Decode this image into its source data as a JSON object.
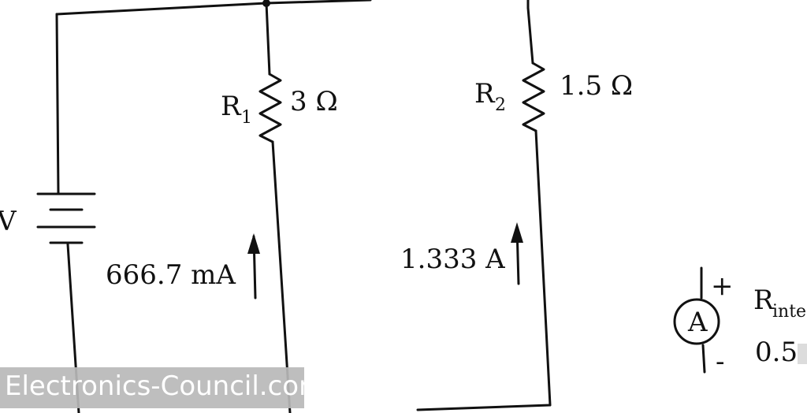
{
  "circuit": {
    "battery_label": "V",
    "r1": {
      "name": "R",
      "subscript": "1",
      "value": "3 Ω",
      "current": "666.7 mA"
    },
    "r2": {
      "name": "R",
      "subscript": "2",
      "value": "1.5 Ω",
      "current": "1.333 A"
    },
    "ammeter": {
      "symbol": "A",
      "plus": "+",
      "minus": "-",
      "label": "R",
      "label_subscript": "inte",
      "value": "0.5"
    }
  },
  "watermark": {
    "text": "Electronics-Council.com"
  }
}
